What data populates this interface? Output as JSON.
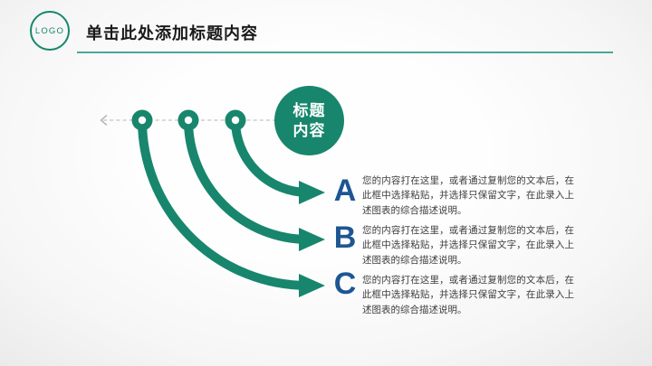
{
  "header": {
    "logo_text": "LOGO",
    "title": "单击此处添加标题内容"
  },
  "diagram": {
    "hub": {
      "line1": "标题",
      "line2": "内容"
    },
    "items": [
      {
        "letter": "A",
        "description": "您的内容打在这里，或者通过复制您的文本后，在此框中选择粘贴，并选择只保留文字，在此录入上述图表的综合描述说明。"
      },
      {
        "letter": "B",
        "description": "您的内容打在这里，或者通过复制您的文本后，在此框中选择粘贴，并选择只保留文字，在此录入上述图表的综合描述说明。"
      },
      {
        "letter": "C",
        "description": "您的内容打在这里，或者通过复制您的文本后，在此框中选择粘贴，并选择只保留文字，在此录入上述图表的综合描述说明。"
      }
    ]
  },
  "colors": {
    "green": "#17866c",
    "line_green": "#4aa79a",
    "blue": "#1e5693",
    "body_text": "#3f3f3f",
    "title_text": "#1a1a1a",
    "dash_gray": "#b4b4b4"
  }
}
